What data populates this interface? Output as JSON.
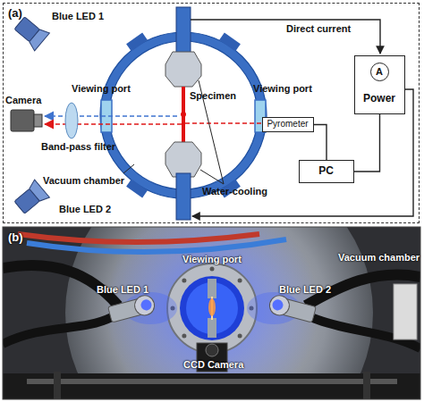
{
  "diagram": {
    "nodes": [
      {
        "text": [
          "(a)"
        ]
      },
      {
        "text": [
          "Power"
        ],
        "in": 0
      },
      {
        "text": [
          "A"
        ],
        "in": 1
      },
      {
        "text": [
          "PC"
        ],
        "in": 0
      },
      {
        "text": [
          "Pyrometer"
        ],
        "in": 0
      }
    ],
    "edges": [
      {
        "from": 4,
        "to": 3,
        "arrow": "none"
      },
      {
        "from": 3,
        "to": 1,
        "arrow": "none"
      }
    ],
    "labels": [
      "Blue LED 1",
      "Camera",
      "Viewing port",
      "Viewing port",
      "Specimen",
      "Vacuum chamber",
      "Water-cooling",
      "Band-pass filter",
      "Blue LED 2",
      "Direct current",
      "(b)",
      "Blue LED 1",
      "Viewing port",
      "Blue LED 2",
      "Vacuum chamber",
      "CCD Camera"
    ]
  }
}
